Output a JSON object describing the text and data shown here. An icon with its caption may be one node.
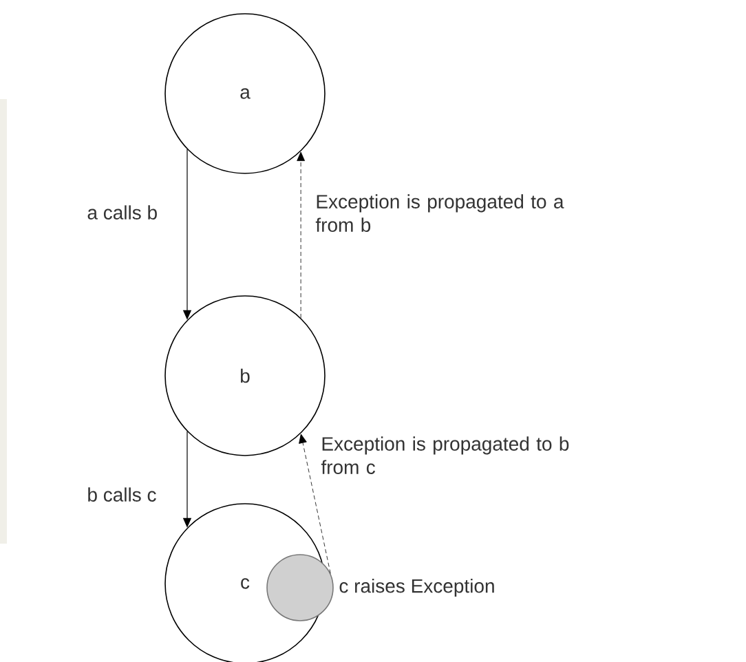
{
  "diagram": {
    "nodes": [
      {
        "text": [
          "a"
        ]
      },
      {
        "text": [
          "b"
        ]
      },
      {
        "text": [
          "c"
        ]
      },
      {
        "text": [],
        "shape": "circle",
        "beside": [
          "c raises Exception"
        ]
      }
    ],
    "edges": [
      {
        "from": 0,
        "to": 1,
        "arrow": "to",
        "label": "a calls b"
      },
      {
        "from": 1,
        "to": 2,
        "arrow": "to",
        "label": "b calls c"
      },
      {
        "from": 3,
        "to": 1,
        "arrow": "to",
        "style": "dashed",
        "label": "Exception is propagated to b from c"
      },
      {
        "from": 1,
        "to": 0,
        "arrow": "to",
        "style": "dashed",
        "label": "Exception is propagated to a from b"
      }
    ]
  }
}
